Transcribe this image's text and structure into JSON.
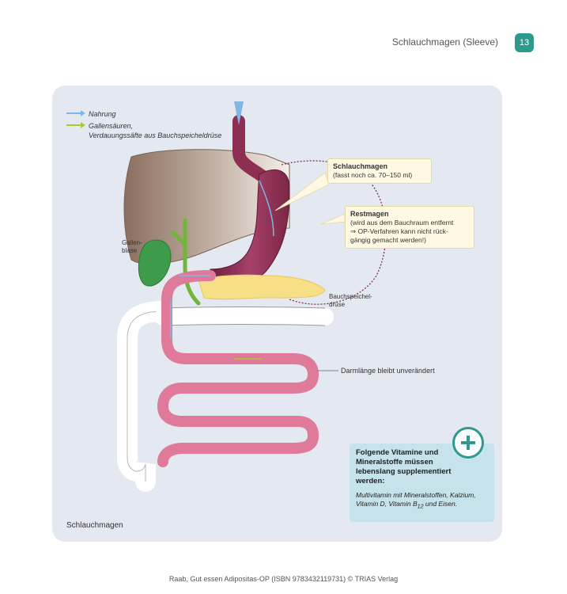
{
  "header": {
    "title": "Schlauchmagen (Sleeve)",
    "page_number": "13"
  },
  "legend": {
    "food": "Nahrung",
    "bile_line1": "Gallensäuren,",
    "bile_line2": "Verdauungssäfte aus Bauchspeicheldrüse",
    "food_color": "#7fb6e3",
    "bile_color": "#a7c934"
  },
  "callouts": {
    "sleeve_title": "Schlauchmagen",
    "sleeve_text": "(fasst noch ca. 70–150 ml)",
    "rest_title": "Restmagen",
    "rest_line1": "(wird aus dem Bauchraum entfernt",
    "rest_line2": "⇒ OP-Verfahren kann nicht rück-",
    "rest_line3": "gängig gemacht werden!)"
  },
  "labels": {
    "gallbladder_1": "Gallen-",
    "gallbladder_2": "blase",
    "pancreas_1": "Bauchspeichel-",
    "pancreas_2": "drüse",
    "intestine": "Darmlänge bleibt unverändert"
  },
  "caption": "Schlauchmagen",
  "info_box": {
    "title": "Folgende Vitamine und Mineralstoffe müssen lebenslang supplementiert werden:",
    "body_prefix": "Multivitamin mit Mineralstoffen, Kalzium, Vitamin D, Vitamin B",
    "body_sub": "12",
    "body_suffix": " und Eisen."
  },
  "footer": "Raab, Gut essen Adipositas-OP (ISBN 9783432119731) © TRIAS Verlag",
  "colors": {
    "accent": "#2e9a8c",
    "panel": "#e4e8f0",
    "intestine": "#e07a9a",
    "stomach": "#8c2f52",
    "gallbladder": "#3d9b4a",
    "pancreas": "#f6df86"
  }
}
